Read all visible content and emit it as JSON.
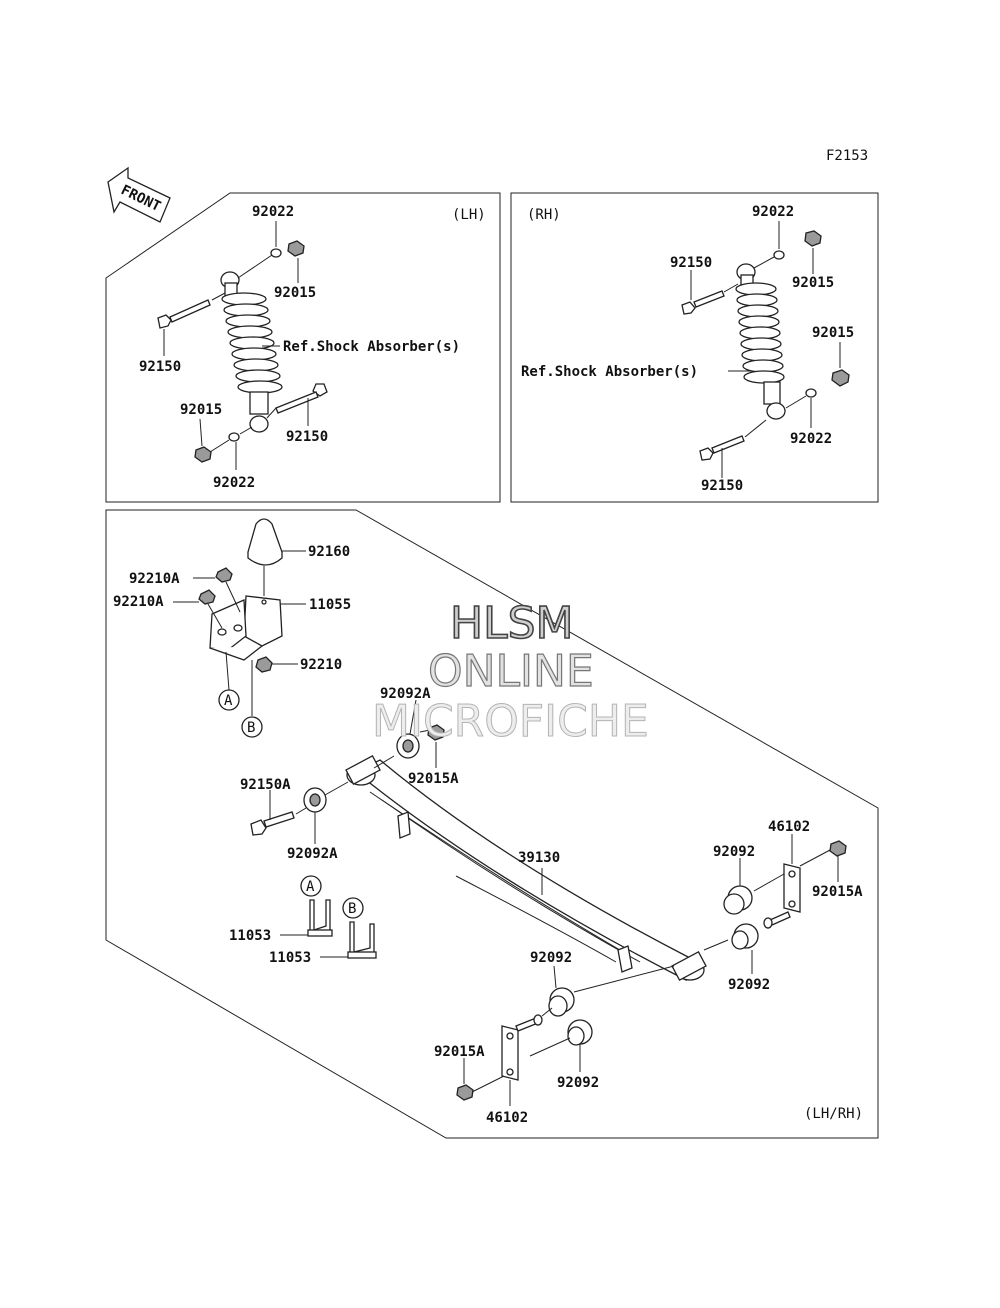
{
  "figure_code": "F2153",
  "front_arrow": "FRONT",
  "lh_panel": {
    "tag": "(LH)",
    "labels": {
      "p92022_top": "92022",
      "p92015_top": "92015",
      "p92150_left": "92150",
      "ref": "Ref.Shock Absorber(s)",
      "p92015_bot": "92015",
      "p92150_right": "92150",
      "p92022_bot": "92022"
    }
  },
  "rh_panel": {
    "tag": "(RH)",
    "labels": {
      "p92022_top": "92022",
      "p92015_top": "92015",
      "p92150_top": "92150",
      "p92015_mid": "92015",
      "ref": "Ref.Shock Absorber(s)",
      "p92022_bot": "92022",
      "p92150_bot": "92150"
    }
  },
  "spring_panel": {
    "tag": "(LH/RH)",
    "labels": {
      "p92160": "92160",
      "p92210A_1": "92210A",
      "p92210A_2": "92210A",
      "p11055": "11055",
      "p92210": "92210",
      "callout_a": "A",
      "callout_b": "B",
      "p92092A_top": "92092A",
      "p92015A_top": "92015A",
      "p92150A": "92150A",
      "p92092A_bot": "92092A",
      "p39130": "39130",
      "p46102_right": "46102",
      "p92092_r1": "92092",
      "p92015A_right": "92015A",
      "p92092_r2": "92092",
      "p92092_m1": "92092",
      "p92092_m2": "92092",
      "p92015A_left": "92015A",
      "p46102_bot": "46102",
      "callout_a2": "A",
      "callout_b2": "B",
      "p11053_1": "11053",
      "p11053_2": "11053"
    }
  },
  "watermark": {
    "line1": "HLSM",
    "line2": "ONLINE",
    "line3": "MICROFICHE"
  }
}
